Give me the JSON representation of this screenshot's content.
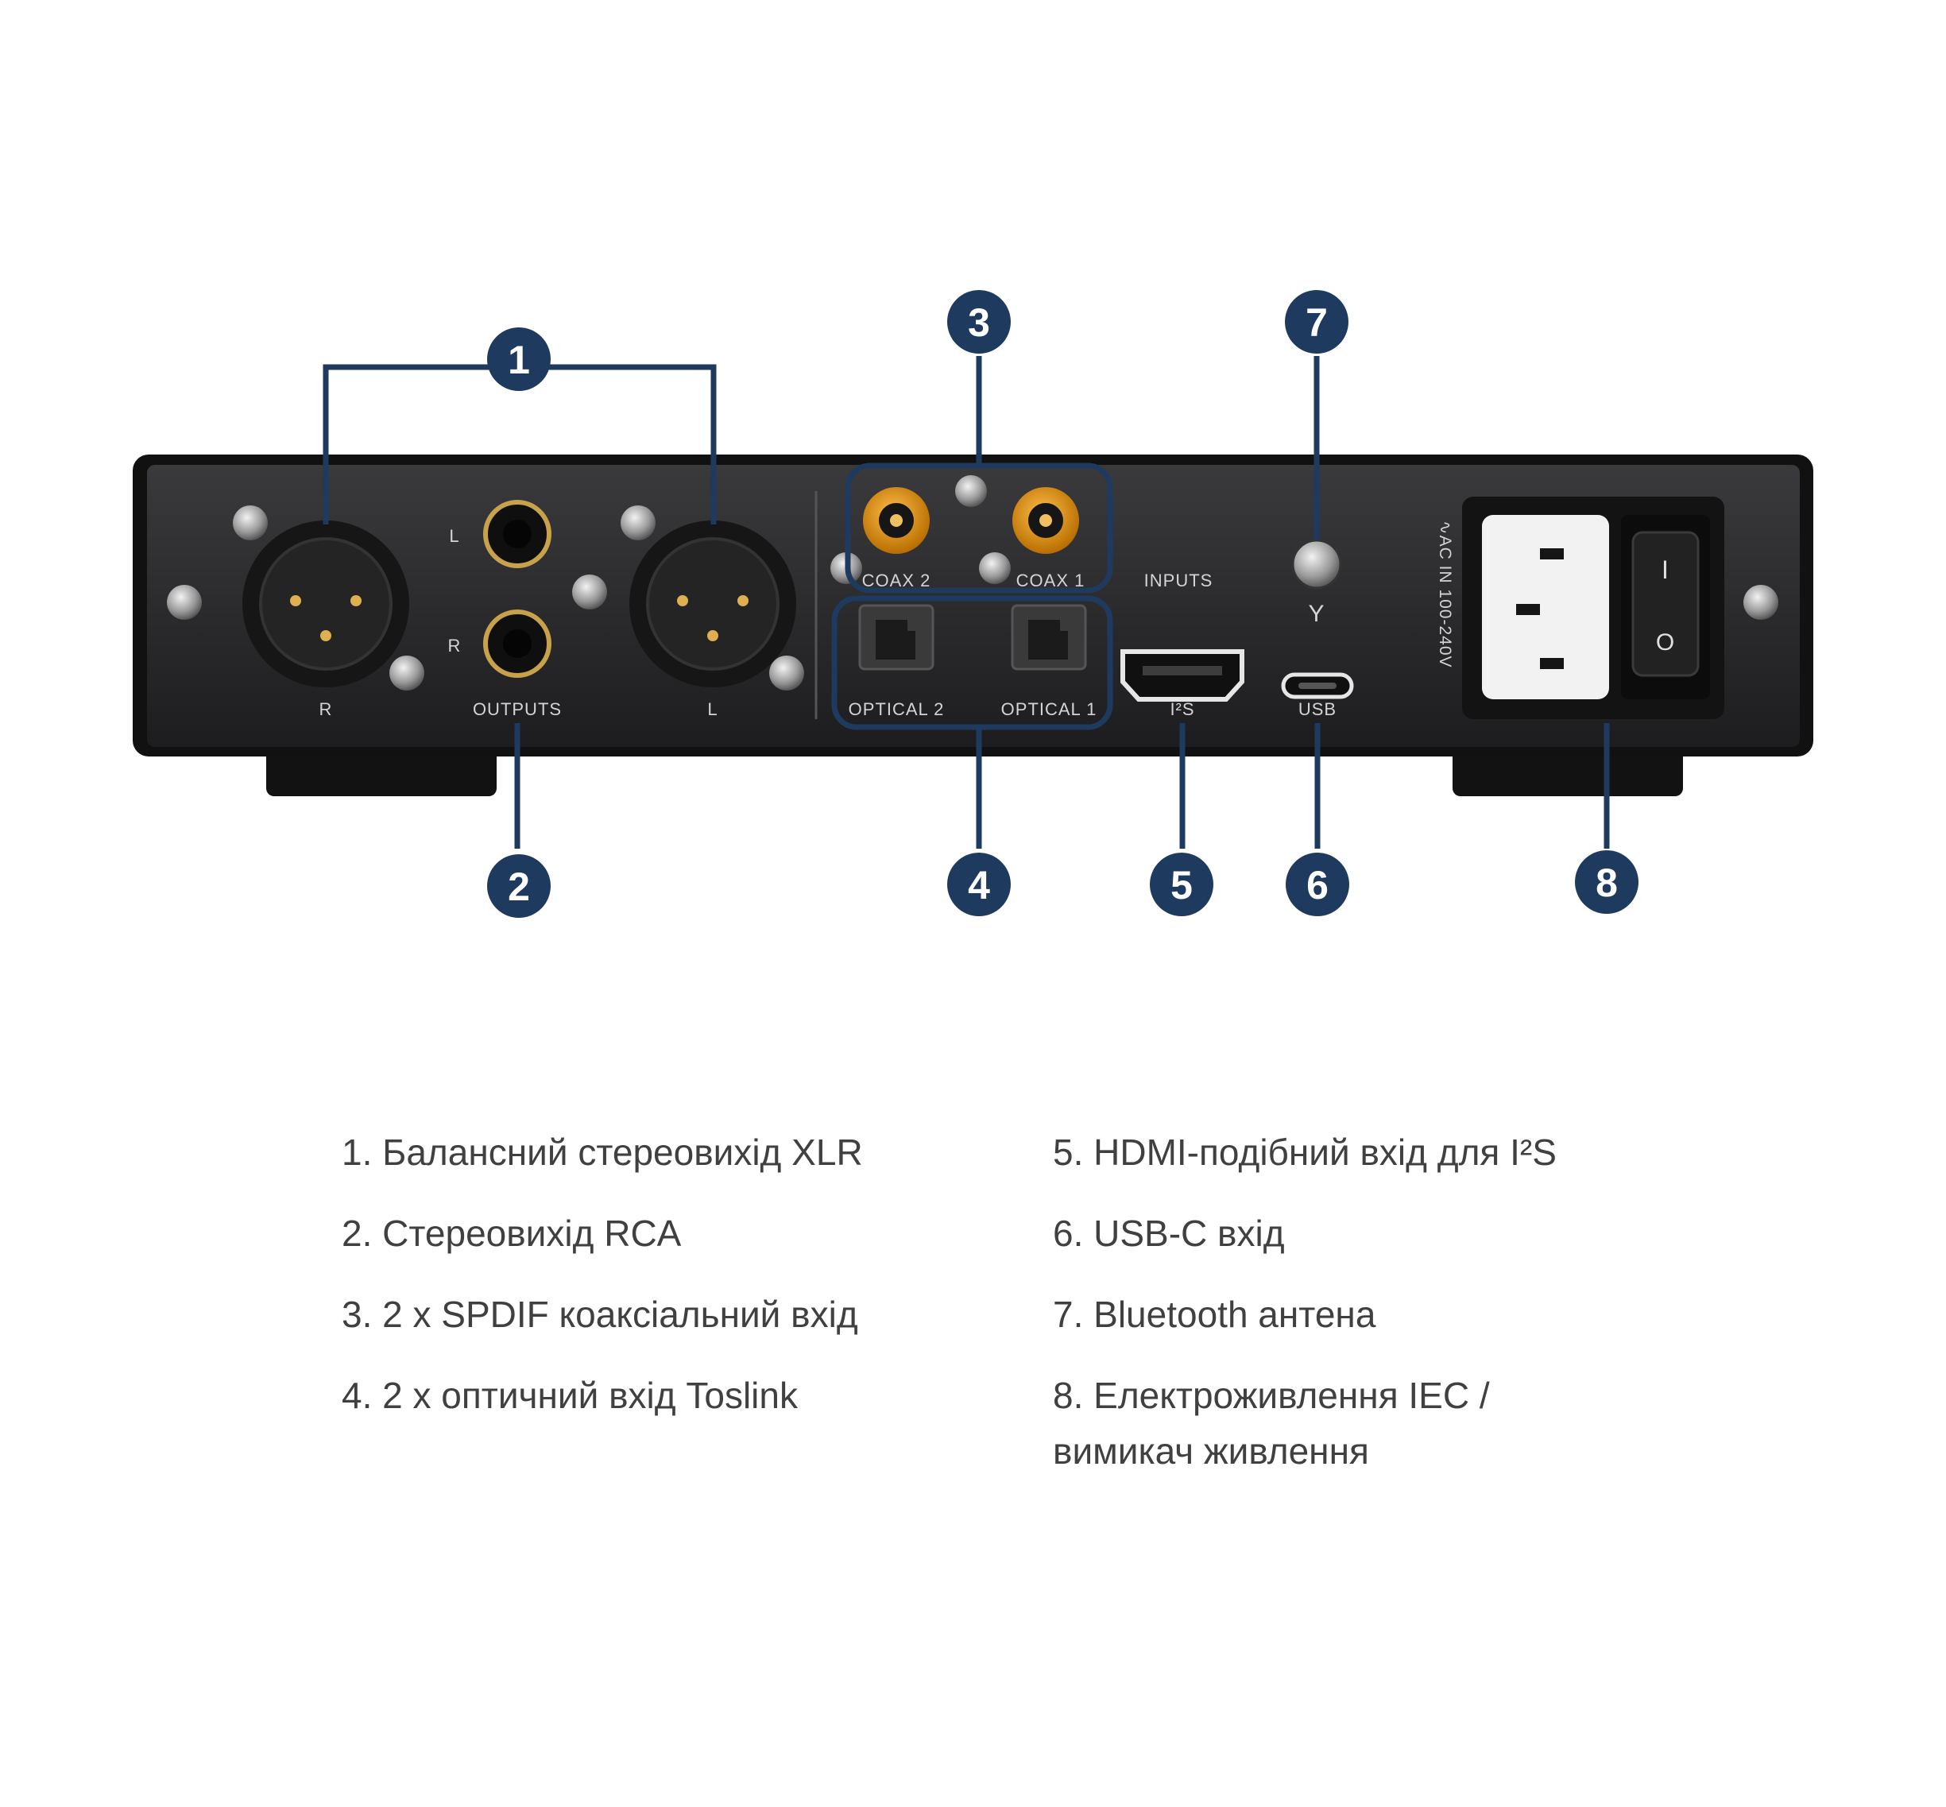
{
  "panel": {
    "outputs_label": "OUTPUTS",
    "xlr_right_label": "R",
    "xlr_left_label": "L",
    "rca_left_label": "L",
    "rca_right_label": "R",
    "coax2_label": "COAX 2",
    "coax1_label": "COAX 1",
    "inputs_label": "INPUTS",
    "optical2_label": "OPTICAL 2",
    "optical1_label": "OPTICAL 1",
    "i2s_label": "I²S",
    "usb_label": "USB",
    "ac_label": "∿AC IN 100-240V",
    "antenna_symbol": "Y",
    "switch_on_symbol": "I",
    "switch_off_symbol": "O"
  },
  "callouts": [
    "1",
    "2",
    "3",
    "4",
    "5",
    "6",
    "7",
    "8"
  ],
  "legend": {
    "left": [
      "1. Балансний стереовихід XLR",
      "2. Стереовихід RCA",
      "3. 2 x SPDIF коаксіальний вхід",
      "4. 2 x оптичний вхід Toslink"
    ],
    "right": [
      "5. HDMI-подібний вхід для I²S",
      "6. USB-C вхід",
      "7. Bluetooth антена",
      "8. Електроживлення IEC /\nвимикач живлення"
    ]
  },
  "colors": {
    "callout": "#1f3a5f",
    "chassis": "#2b2b2d",
    "rca_gold": "#e39a14"
  }
}
